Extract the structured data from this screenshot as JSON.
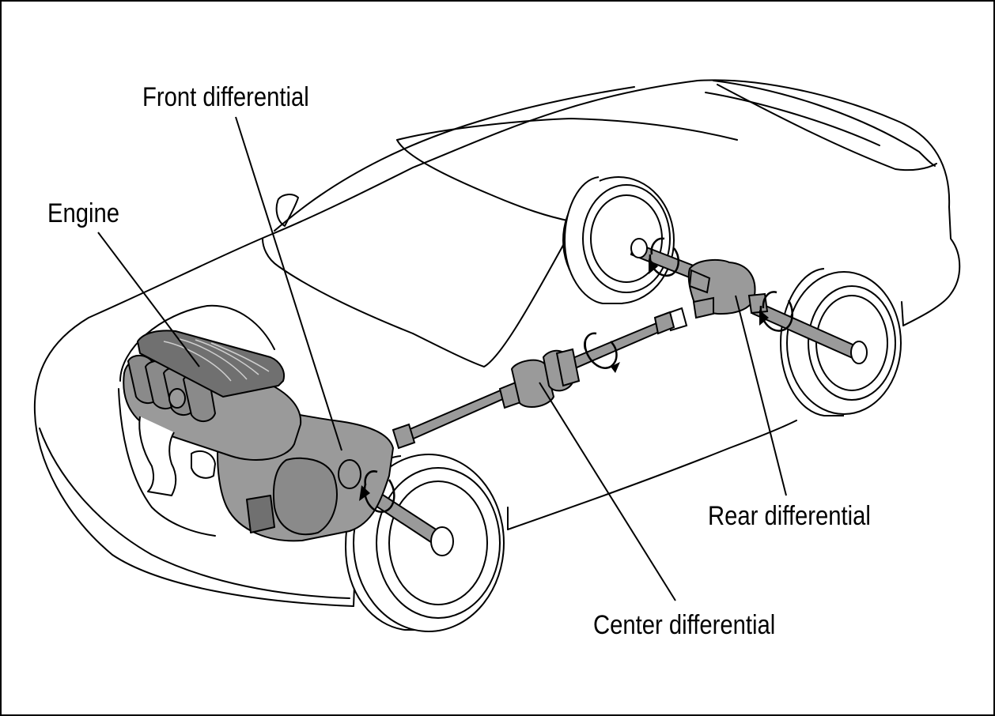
{
  "labels": {
    "front_differential": "Front differential",
    "engine": "Engine",
    "rear_differential": "Rear differential",
    "center_differential": "Center differential"
  },
  "colors": {
    "outline": "#000000",
    "component_fill": "#9a9a9a",
    "component_dark": "#707070",
    "background": "#ffffff"
  }
}
